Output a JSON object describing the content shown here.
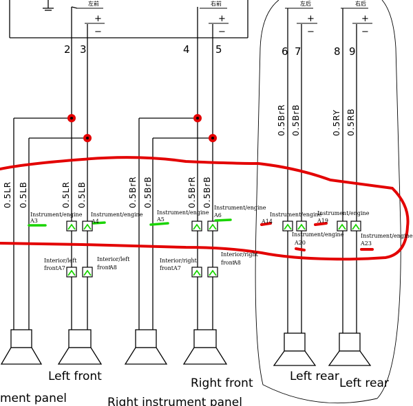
{
  "title_glyphs": [
    "左前",
    "右前",
    "左后",
    "右后"
  ],
  "polarity": {
    "plus": "+",
    "minus": "−"
  },
  "pins": [
    "2",
    "3",
    "4",
    "5",
    "6",
    "7",
    "8",
    "9"
  ],
  "wires": [
    "0.5LR",
    "0.5LB",
    "0.5LR",
    "0.5LB",
    "0.5BrR",
    "0.5BrB",
    "0.5BrR",
    "0.5BrB",
    "0.5BrR",
    "0.5BrB",
    "0.5RY",
    "0.5RB"
  ],
  "connector_labels": [
    {
      "type": "Instrument/engine",
      "code": "A3"
    },
    {
      "type": "Instrument/engine",
      "code": "A4"
    },
    {
      "type": "Instrument/engine",
      "code": "A5"
    },
    {
      "type": "Instrument/engine",
      "code": "A6"
    },
    {
      "type": "Instrument/engine",
      "code": "A14"
    },
    {
      "type": "Instrument/engine",
      "code": "A20"
    },
    {
      "type": "Instrument/engine",
      "code": "A19"
    },
    {
      "type": "Instrument/engine",
      "code": "A23"
    }
  ],
  "interior_labels": [
    {
      "line1": "Interior/left",
      "line2": "front",
      "code": "A7"
    },
    {
      "line1": "Interior/left",
      "line2": "front",
      "code": "A8"
    },
    {
      "line1": "Interior/right",
      "line2": "front",
      "code": "A7"
    },
    {
      "line1": "Interior/right",
      "line2": "front",
      "code": "A8"
    }
  ],
  "captions": {
    "left_front": "Left front",
    "right_front": "Right front",
    "left_rear": "Left rear",
    "left_rear_2": "Left rear",
    "left_panel": "ment panel",
    "right_panel": "Right instrument panel"
  },
  "colors": {
    "highlight": "#e30000",
    "marker": "#19d400",
    "line": "#000000"
  }
}
